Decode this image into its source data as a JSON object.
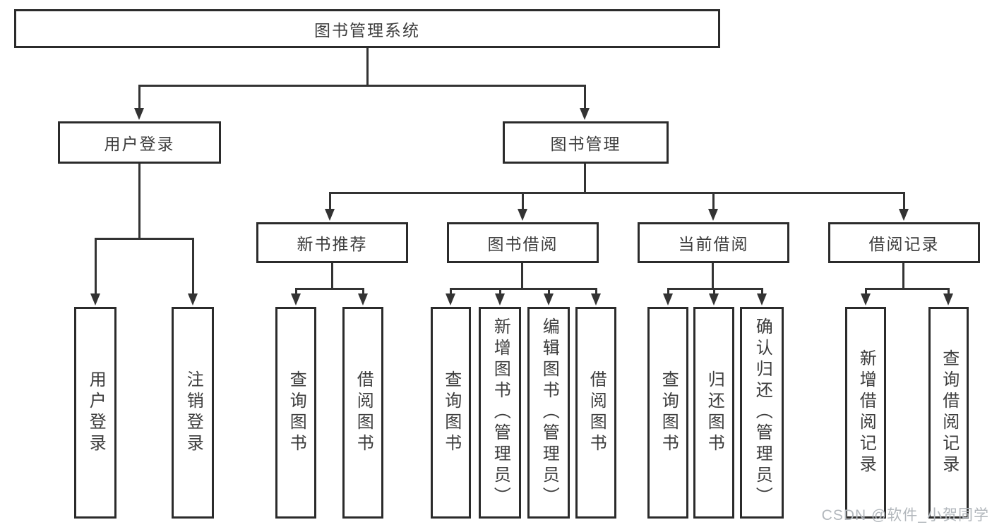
{
  "diagram": {
    "root": {
      "label": "图书管理系统"
    },
    "branches": [
      {
        "label": "用户登录",
        "children": [
          {
            "label": "用户登录"
          },
          {
            "label": "注销登录"
          }
        ]
      },
      {
        "label": "图书管理",
        "children": [
          {
            "label": "新书推荐",
            "children": [
              {
                "label": "查询图书"
              },
              {
                "label": "借阅图书"
              }
            ]
          },
          {
            "label": "图书借阅",
            "children": [
              {
                "label": "查询图书"
              },
              {
                "label": "新增图书（管理员）"
              },
              {
                "label": "编辑图书（管理员）"
              },
              {
                "label": "借阅图书"
              }
            ]
          },
          {
            "label": "当前借阅",
            "children": [
              {
                "label": "查询图书"
              },
              {
                "label": "归还图书"
              },
              {
                "label": "确认归还（管理员）"
              }
            ]
          },
          {
            "label": "借阅记录",
            "children": [
              {
                "label": "新增借阅记录"
              },
              {
                "label": "查询借阅记录"
              }
            ]
          }
        ]
      }
    ]
  },
  "colors": {
    "line": "#333333",
    "border": "#2b2b2b",
    "text": "#3d3d3d",
    "watermark": "#b2b7bc",
    "background": "#ffffff"
  },
  "watermark": {
    "label": "CSDN @软件_小贺同学"
  }
}
